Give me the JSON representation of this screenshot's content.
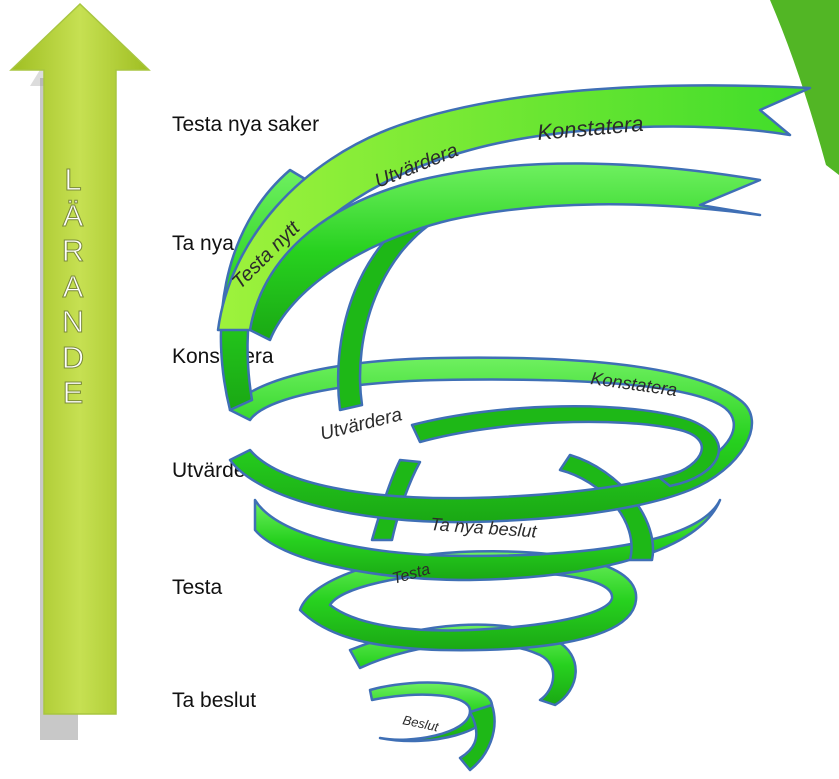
{
  "arrow": {
    "letters": [
      "L",
      "Ä",
      "R",
      "A",
      "N",
      "D",
      "E"
    ]
  },
  "levels": [
    "Testa nya saker",
    "Ta nya beslut",
    "Konstatera",
    "Utvärdera",
    "Testa",
    "Ta beslut"
  ],
  "spiral_labels": {
    "top_konstatera": "Konstatera",
    "top_utvardera": "Utvärdera",
    "top_testa_nytt": "Testa nytt",
    "mid_utvardera": "Utvärdera",
    "mid_konstatera": "Konstatera",
    "ta_nya_beslut": "Ta nya beslut",
    "testa": "Testa",
    "beslut": "Beslut"
  },
  "colors": {
    "arrow_fill": "#b5d334",
    "spiral_fill": "#27d11f",
    "spiral_outline": "#3f6fb5",
    "accent_triangle": "#52b625"
  }
}
